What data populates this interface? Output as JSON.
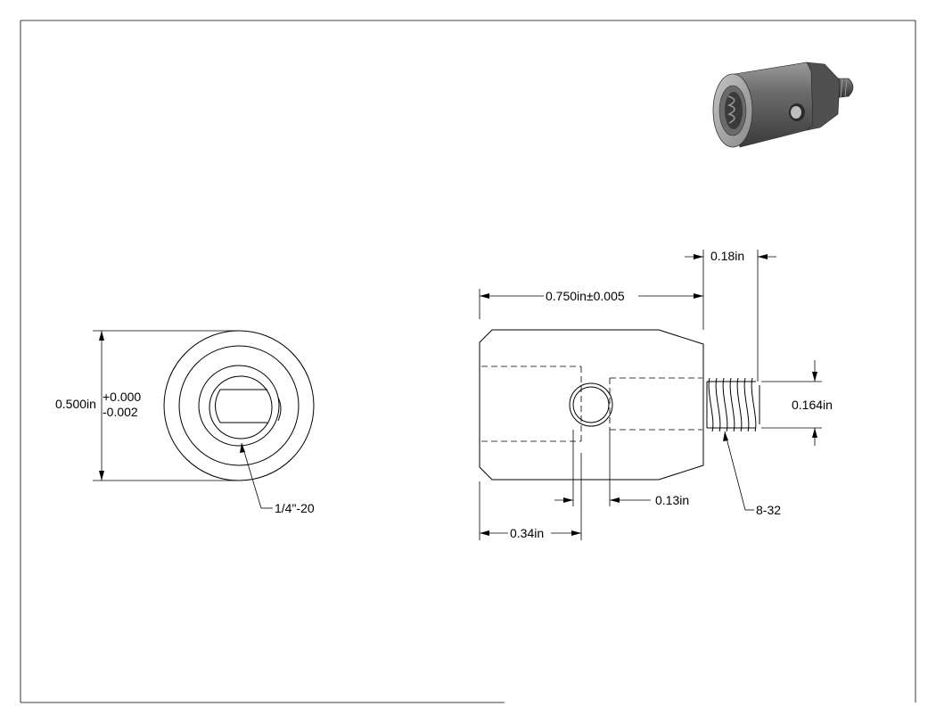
{
  "front_view": {
    "diameter_label": "0.500in",
    "tol_upper": "+0.000",
    "tol_lower": "-0.002",
    "thread_label": "1/4\"-20"
  },
  "side_view": {
    "length_label": "0.750in±0.005",
    "stud_length_label": "0.18in",
    "stud_diameter_label": "0.164in",
    "hole_diameter_label": "0.13in",
    "hole_position_label": "0.34in",
    "stud_thread_label": "8-32"
  },
  "colors": {
    "line": "#000000",
    "background": "#ffffff",
    "part_dark": "#4a4a4a",
    "part_mid": "#7a7a7a",
    "part_light": "#b8b8b8"
  }
}
